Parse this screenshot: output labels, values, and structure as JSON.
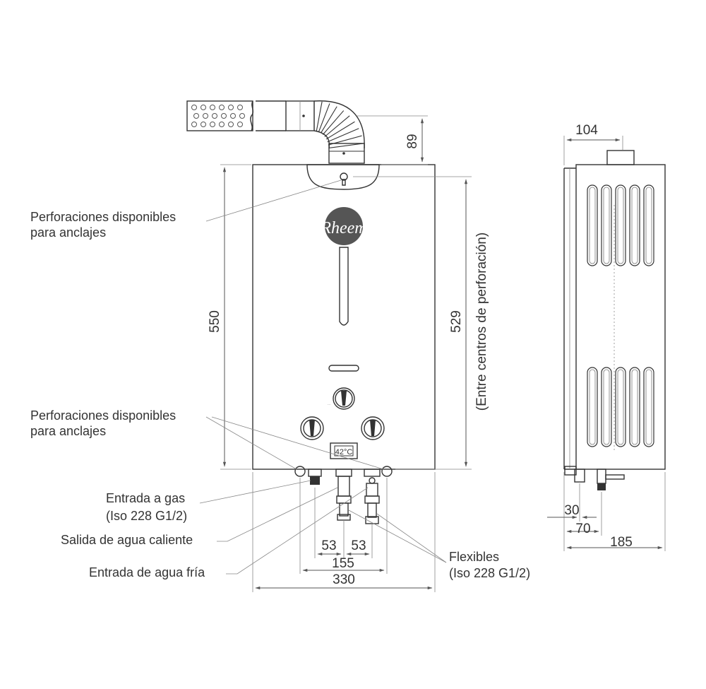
{
  "brand": {
    "logo_text": "Rheem",
    "display_text": "42°C"
  },
  "dimensions": {
    "flue_height": "89",
    "height": "550",
    "hole_centers": "529",
    "hole_centers_note": "(Entre centros de perforación)",
    "left_spacing": "53",
    "right_spacing": "53",
    "inlet_span": "155",
    "width": "330",
    "flue_depth": "104",
    "gas_offset": "30",
    "water_offset": "70",
    "depth": "185"
  },
  "callouts": {
    "anchor_top": [
      "Perforaciones disponibles",
      "para anclajes"
    ],
    "anchor_bottom": [
      "Perforaciones disponibles",
      "para anclajes"
    ],
    "gas_inlet": [
      "Entrada a gas",
      "(Iso 228 G1/2)"
    ],
    "hot_outlet": "Salida de agua caliente",
    "cold_inlet": "Entrada de agua fría",
    "flexibles": [
      "Flexibles",
      "(Iso 228 G1/2)"
    ]
  },
  "colors": {
    "line": "#333333",
    "text": "#333333",
    "logo": "#555555"
  }
}
